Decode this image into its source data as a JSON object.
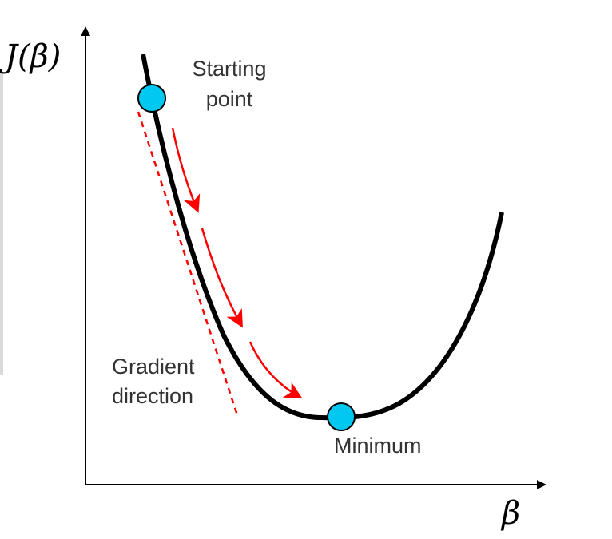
{
  "axes": {
    "y_label": "J(β)",
    "x_label": "β"
  },
  "annotations": {
    "start_line1": "Starting",
    "start_line2": "point",
    "gradient_line1": "Gradient",
    "gradient_line2": "direction",
    "minimum": "Minimum"
  },
  "colors": {
    "curve": "#000000",
    "point_fill": "#00c8f0",
    "arrow": "#ff0000",
    "gradient_line": "#ff0000",
    "text": "#333333"
  }
}
